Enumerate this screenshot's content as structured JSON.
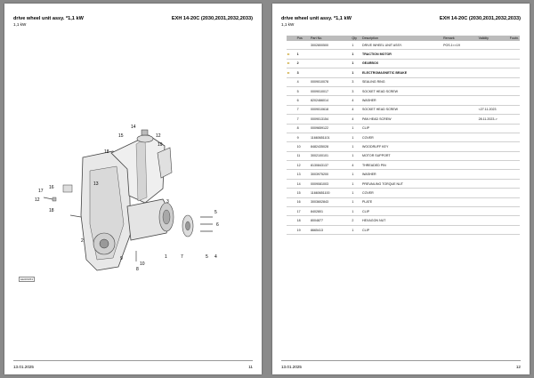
{
  "left_page": {
    "title": "drive wheel unit assy. *1,1 kW",
    "subtitle": "1,1 kW",
    "model": "EXH 14-20C (2030,2031,2032,2033)",
    "image_code": "EE009053",
    "footer_date": "13.01.2025",
    "page_number": "11",
    "callouts": [
      "14",
      "15",
      "12",
      "19",
      "18",
      "13",
      "17",
      "16",
      "12",
      "18",
      "3",
      "10",
      "2",
      "9",
      "8",
      "1",
      "7",
      "5",
      "4",
      "5",
      "6"
    ]
  },
  "right_page": {
    "title": "drive wheel unit assy. *1,1 kW",
    "subtitle": "1,1 kW",
    "model": "EXH 14-20C (2030,2031,2032,2033)",
    "footer_date": "13.01.2025",
    "page_number": "12",
    "columns": [
      "Pos",
      "Part No.",
      "Qty",
      "Description",
      "Remark",
      "Validity",
      "Footn."
    ],
    "rows": [
      {
        "pos": "",
        "part": "3002800500",
        "qty": "1",
        "desc": "DRIVE WHEEL UNIT ASSY.",
        "remark": "POS.1<<19",
        "validity": "",
        "foot": "",
        "flag": false,
        "bold": false
      },
      {
        "pos": "1",
        "part": "",
        "qty": "1",
        "desc": "TRACTION MOTOR",
        "remark": "",
        "validity": "",
        "foot": "",
        "flag": true,
        "bold": true
      },
      {
        "pos": "2",
        "part": "",
        "qty": "1",
        "desc": "GEARBOX",
        "remark": "",
        "validity": "",
        "foot": "",
        "flag": true,
        "bold": true
      },
      {
        "pos": "3",
        "part": "",
        "qty": "1",
        "desc": "ELECTROMAGNETIC BRAKE",
        "remark": "",
        "validity": "",
        "foot": "",
        "flag": true,
        "bold": true
      },
      {
        "pos": "4",
        "part": "0009010078",
        "qty": "3",
        "desc": "SEALING RING",
        "remark": "",
        "validity": "",
        "foot": "",
        "flag": false,
        "bold": false
      },
      {
        "pos": "5",
        "part": "0009010017",
        "qty": "3",
        "desc": "SOCKET HEAD SCREW",
        "remark": "",
        "validity": "",
        "foot": "",
        "flag": false,
        "bold": false
      },
      {
        "pos": "6",
        "part": "8202466014",
        "qty": "4",
        "desc": "WASHER",
        "remark": "",
        "validity": "",
        "foot": "",
        "flag": false,
        "bold": false
      },
      {
        "pos": "7",
        "part": "0009010618",
        "qty": "4",
        "desc": "SOCKET HEAD SCREW",
        "remark": "",
        "validity": "<27.11.2023",
        "foot": "",
        "flag": false,
        "bold": false
      },
      {
        "pos": "7",
        "part": "0009013154",
        "qty": "4",
        "desc": "PAN HEAD SCREW",
        "remark": "",
        "validity": "28.11.2023->",
        "foot": "",
        "flag": false,
        "bold": false
      },
      {
        "pos": "8",
        "part": "0009659122",
        "qty": "1",
        "desc": "CLIP",
        "remark": "",
        "validity": "",
        "foot": "",
        "flag": false,
        "bold": false
      },
      {
        "pos": "9",
        "part": "11660651101",
        "qty": "1",
        "desc": "COVER",
        "remark": "",
        "validity": "",
        "foot": "",
        "flag": false,
        "bold": false
      },
      {
        "pos": "10",
        "part": "8482435028",
        "qty": "1",
        "desc": "WOODRUFF KEY",
        "remark": "",
        "validity": "",
        "foot": "",
        "flag": false,
        "bold": false
      },
      {
        "pos": "11",
        "part": "3002100101",
        "qty": "1",
        "desc": "MOTOR SUPPORT",
        "remark": "",
        "validity": "",
        "foot": "",
        "flag": false,
        "bold": false
      },
      {
        "pos": "12",
        "part": "8130843137",
        "qty": "4",
        "desc": "THREADED PIN",
        "remark": "",
        "validity": "",
        "foot": "",
        "flag": false,
        "bold": false
      },
      {
        "pos": "13",
        "part": "3003975200",
        "qty": "1",
        "desc": "WASHER",
        "remark": "",
        "validity": "",
        "foot": "",
        "flag": false,
        "bold": false
      },
      {
        "pos": "14",
        "part": "0009081003",
        "qty": "1",
        "desc": "PREVAILING TORQUE NUT",
        "remark": "",
        "validity": "",
        "foot": "",
        "flag": false,
        "bold": false
      },
      {
        "pos": "15",
        "part": "11660651100",
        "qty": "1",
        "desc": "COVER",
        "remark": "",
        "validity": "",
        "foot": "",
        "flag": false,
        "bold": false
      },
      {
        "pos": "16",
        "part": "3003602843",
        "qty": "1",
        "desc": "PLATE",
        "remark": "",
        "validity": "",
        "foot": "",
        "flag": false,
        "bold": false
      },
      {
        "pos": "17",
        "part": "8402801",
        "qty": "1",
        "desc": "CLIP",
        "remark": "",
        "validity": "",
        "foot": "",
        "flag": false,
        "bold": false
      },
      {
        "pos": "18",
        "part": "8004877",
        "qty": "2",
        "desc": "HEXAGON NUT",
        "remark": "",
        "validity": "",
        "foot": "",
        "flag": false,
        "bold": false
      },
      {
        "pos": "19",
        "part": "8665413",
        "qty": "1",
        "desc": "CLIP",
        "remark": "",
        "validity": "",
        "foot": "",
        "flag": false,
        "bold": false
      }
    ]
  },
  "colors": {
    "page_bg": "#ffffff",
    "backdrop": "#8a8a8a",
    "table_header": "#bcbcbc",
    "flag": "#c9a227"
  },
  "icons": {
    "assembly_flag": "assembly-flag-icon"
  }
}
